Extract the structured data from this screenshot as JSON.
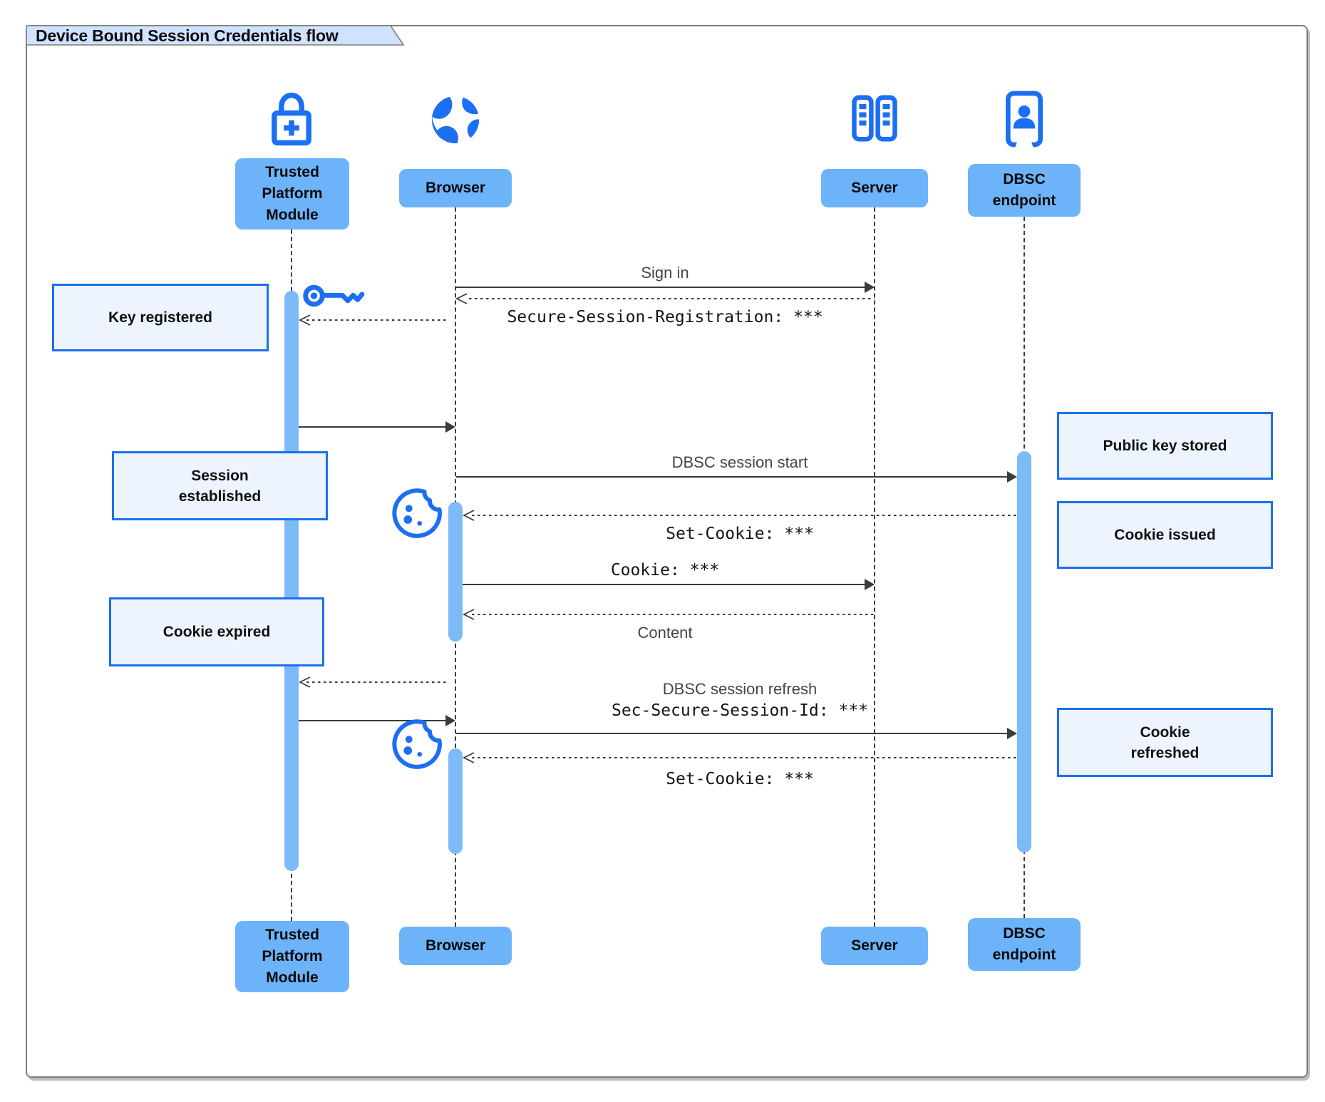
{
  "title": "Device Bound Session Credentials flow",
  "actors": {
    "tpm": {
      "label": "Trusted Platform Module",
      "icon": "lock-plus-icon"
    },
    "browser": {
      "label": "Browser",
      "icon": "globe-icon"
    },
    "server": {
      "label": "Server",
      "icon": "server-rack-icon"
    },
    "dbsc": {
      "label": "DBSC endpoint",
      "icon": "id-booth-icon"
    }
  },
  "notes": [
    {
      "id": "key-registered",
      "text": "Key registered"
    },
    {
      "id": "session-established",
      "text": "Session established"
    },
    {
      "id": "cookie-expired",
      "text": "Cookie expired"
    },
    {
      "id": "public-key-stored",
      "text": "Public key stored"
    },
    {
      "id": "cookie-issued",
      "text": "Cookie issued"
    },
    {
      "id": "cookie-refreshed",
      "text": "Cookie refreshed"
    }
  ],
  "messages": [
    {
      "id": "sign-in",
      "from": "browser",
      "to": "server",
      "style": "solid",
      "label": "Sign in"
    },
    {
      "id": "secure-session-registration",
      "from": "server",
      "to": "browser",
      "style": "dashed",
      "label": "Secure-Session-Registration: ***"
    },
    {
      "id": "register-key",
      "from": "browser",
      "to": "tpm",
      "style": "dashed"
    },
    {
      "id": "key-ready",
      "from": "tpm",
      "to": "browser",
      "style": "solid"
    },
    {
      "id": "dbsc-session-start",
      "from": "browser",
      "to": "dbsc",
      "style": "solid",
      "label": "DBSC session start"
    },
    {
      "id": "set-cookie",
      "from": "dbsc",
      "to": "browser",
      "style": "dashed",
      "label": "Set-Cookie: ***"
    },
    {
      "id": "cookie",
      "from": "browser",
      "to": "server",
      "style": "solid",
      "label": "Cookie: ***"
    },
    {
      "id": "content",
      "from": "server",
      "to": "browser",
      "style": "dashed",
      "label": "Content"
    },
    {
      "id": "cookie-expired-signal",
      "from": "browser",
      "to": "tpm",
      "style": "dashed"
    },
    {
      "id": "key-proof",
      "from": "tpm",
      "to": "browser",
      "style": "solid"
    },
    {
      "id": "dbsc-session-refresh",
      "from": "browser",
      "to": "dbsc",
      "style": "solid",
      "label": "DBSC session refresh",
      "header": "Sec-Secure-Session-Id: ***"
    },
    {
      "id": "set-cookie-refresh",
      "from": "dbsc",
      "to": "browser",
      "style": "dashed",
      "label": "Set-Cookie: ***"
    }
  ],
  "colors": {
    "accent": "#1c6ff2",
    "actor_fill": "#6db3fa",
    "activation_fill": "#7dbaf8",
    "note_fill": "#edf4fe",
    "note_border": "#1a70ee",
    "title_fill": "#cfe2ff",
    "line": "#3b3b3b"
  }
}
